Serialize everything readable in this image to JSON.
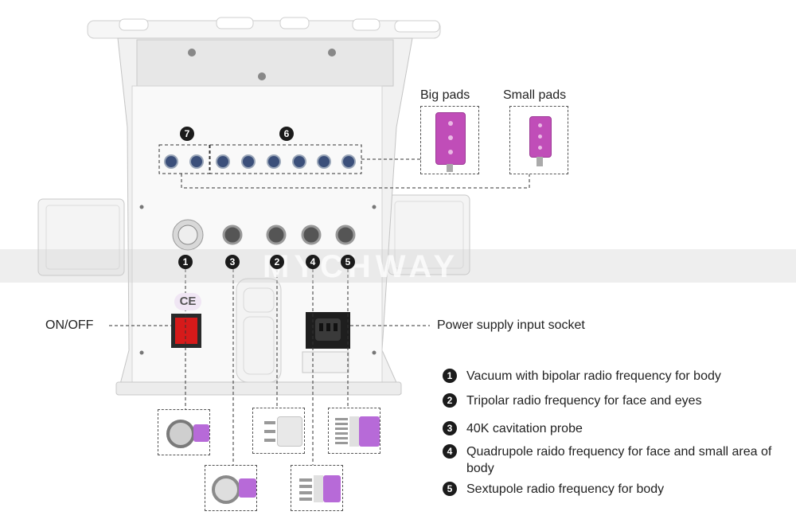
{
  "pads": {
    "big_label": "Big pads",
    "small_label": "Small pads"
  },
  "callouts": {
    "on_off": "ON/OFF",
    "power": "Power supply input socket",
    "group6": "6",
    "group7": "7"
  },
  "ports": [
    "1",
    "3",
    "2",
    "4",
    "5"
  ],
  "panel": {
    "ce_mark": "CE"
  },
  "watermark": "MYCHWAY",
  "legend": [
    {
      "num": "1",
      "text": "Vacuum with bipolar radio frequency for body"
    },
    {
      "num": "2",
      "text": "Tripolar radio frequency for face and eyes"
    },
    {
      "num": "3",
      "text": "40K cavitation probe"
    },
    {
      "num": "4",
      "text": "Quadrupole raido frequency for face and small area of body"
    },
    {
      "num": "5",
      "text": "Sextupole radio frequency for body"
    }
  ],
  "colors": {
    "accent_purple": "#b76ad8",
    "switch_red": "#d61a1a",
    "pad_magenta": "#c04db8"
  }
}
